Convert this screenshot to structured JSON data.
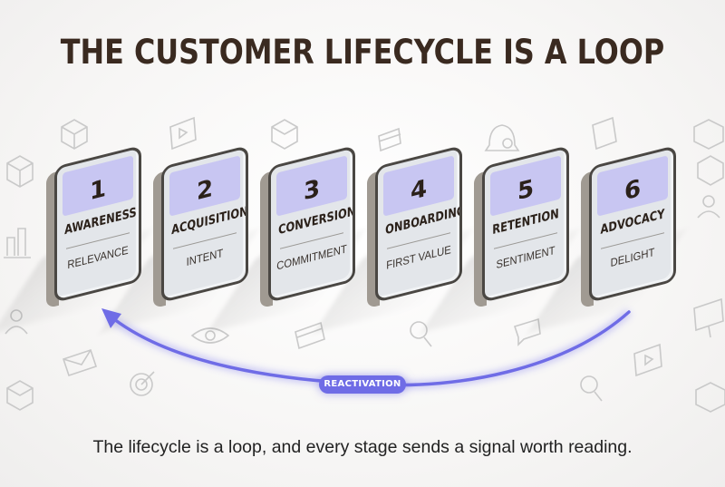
{
  "title": "THE CUSTOMER LIFECYCLE IS A LOOP",
  "stages": [
    {
      "number": "1",
      "name": "AWARENESS",
      "signal": "RELEVANCE"
    },
    {
      "number": "2",
      "name": "ACQUISITION",
      "signal": "INTENT"
    },
    {
      "number": "3",
      "name": "CONVERSION",
      "signal": "COMMITMENT"
    },
    {
      "number": "4",
      "name": "ONBOARDING",
      "signal": "FIRST VALUE"
    },
    {
      "number": "5",
      "name": "RETENTION",
      "signal": "SENTIMENT"
    },
    {
      "number": "6",
      "name": "ADVOCACY",
      "signal": "DELIGHT"
    }
  ],
  "loop_label": "REACTIVATION",
  "caption": "The lifecycle is a loop, and every stage sends a signal worth reading.",
  "colors": {
    "card_band": "#c8c6f2",
    "card_face": "#e3e6ea",
    "loop_arrow": "#6f6ce6",
    "title_text": "#3a2a20"
  },
  "background_icons": [
    "box-icon",
    "cube-icon",
    "chart-icon",
    "target-icon",
    "envelope-icon",
    "eye-icon",
    "card-icon",
    "chat-icon",
    "search-icon",
    "video-icon",
    "user-icon",
    "monitor-icon"
  ]
}
